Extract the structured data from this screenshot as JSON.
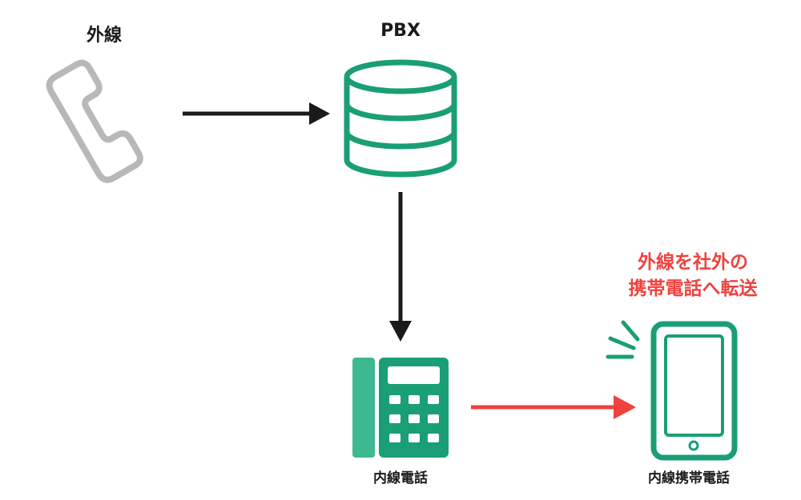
{
  "labels": {
    "outside_line": "外線",
    "pbx": "PBX",
    "extension_phone": "内線電話",
    "extension_mobile": "内線携帯電話",
    "forward_note_line1": "外線を社外の",
    "forward_note_line2": "携帯電話へ転送"
  },
  "icons": {
    "outside": "phone-handset-icon",
    "pbx": "database-server-icon",
    "desk": "desk-phone-icon",
    "mobile": "smartphone-icon"
  },
  "colors": {
    "accent_green": "#1a9e76",
    "light_green": "#3db891",
    "handset_gray": "#b8b8b8",
    "arrow_black": "#1a1a1a",
    "arrow_red": "#f0413e"
  }
}
